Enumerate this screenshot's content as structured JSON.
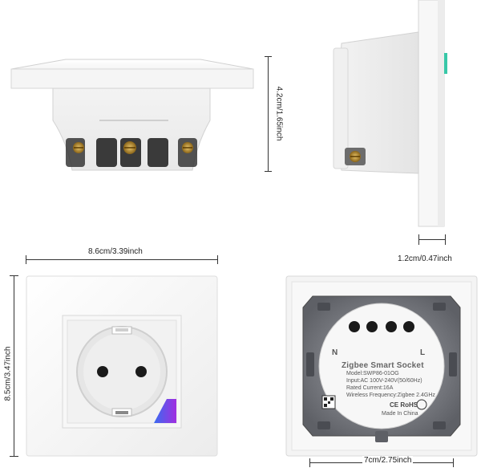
{
  "dimensions": {
    "depth": "4.2cm/1.65inch",
    "side_thickness": "1.2cm/0.47inch",
    "width": "8.6cm/3.39inch",
    "height": "8.5cm/3.47inch",
    "back_width": "7cm/2.75inch"
  },
  "back_label": {
    "title": "Zigbee Smart Socket",
    "model": "Model:SWP86-01OG",
    "input": "Input:AC 100V-240V(50/60Hz)",
    "rated_current": "Rated Current:16A",
    "wireless": "Wireless Frequency:Zigbee 2.4GHz",
    "cert": "CE RoHS",
    "made_in": "Made In China",
    "terminal_n": "N",
    "terminal_l": "L"
  },
  "colors": {
    "plate": "#f6f6f6",
    "mechanism": "#7d7f85",
    "indicator_purple": "#7a3cf0",
    "indicator_green": "#38c8a8"
  }
}
